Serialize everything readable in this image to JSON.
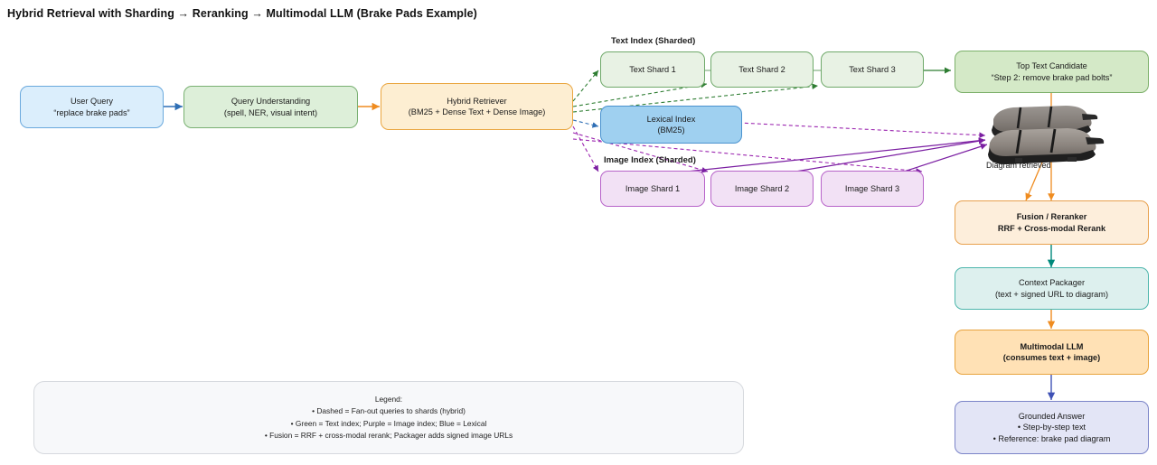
{
  "page": {
    "title": "Hybrid Retrieval with Sharding → Reranking → Multimodal LLM (Brake Pads Example)"
  },
  "colors": {
    "query_blue": "#dbeefc",
    "understanding_green": "#ddefd9",
    "retriever_orange": "#fdeed2",
    "text_shard_green": "#e8f2e4",
    "top_text_green": "#d4e9c7",
    "lexical_blue": "#9fd0f0",
    "image_shard_purple": "#f2e1f5",
    "fusion_cream": "#fdeedb",
    "packager_teal": "#ddf0ee",
    "llm_amber": "#ffe1b5",
    "answer_indigo": "#e3e5f6",
    "edge_green": "#2e7d32",
    "edge_purple": "#7b1fa2",
    "edge_blue": "#1565c0",
    "edge_orange": "#ef8c20",
    "edge_teal": "#00897b",
    "edge_indigo": "#3f51b5"
  },
  "group_labels": {
    "text_index": "Text Index (Sharded)",
    "image_index": "Image Index (Sharded)"
  },
  "nodes": {
    "user_query": {
      "line1": "User Query",
      "line2": "“replace brake pads”"
    },
    "query_understanding": {
      "line1": "Query Understanding",
      "line2": "(spell, NER, visual intent)"
    },
    "hybrid_retriever": {
      "line1": "Hybrid Retriever",
      "line2": "(BM25 + Dense Text + Dense Image)"
    },
    "text_shard_1": {
      "line1": "Text Shard 1"
    },
    "text_shard_2": {
      "line1": "Text Shard 2"
    },
    "text_shard_3": {
      "line1": "Text Shard 3"
    },
    "top_text_candidate": {
      "line1": "Top Text Candidate",
      "line2": "“Step 2: remove brake pad bolts”"
    },
    "lexical_index": {
      "line1": "Lexical Index",
      "line2": "(BM25)"
    },
    "image_shard_1": {
      "line1": "Image Shard 1"
    },
    "image_shard_2": {
      "line1": "Image Shard 2"
    },
    "image_shard_3": {
      "line1": "Image Shard 3"
    },
    "fusion_reranker": {
      "line1": "Fusion / Reranker",
      "line2": "RRF + Cross-modal Rerank"
    },
    "context_packager": {
      "line1": "Context Packager",
      "line2": "(text + signed URL to diagram)"
    },
    "multimodal_llm": {
      "line1": "Multimodal LLM",
      "line2": "(consumes text + image)"
    },
    "grounded_answer": {
      "line1": "Grounded Answer",
      "line2": "• Step-by-step text",
      "line3": "• Reference: brake pad diagram"
    }
  },
  "photo": {
    "caption": "Diagram retrieved",
    "alt": "brake-pads-photo"
  },
  "legend": {
    "heading": "Legend:",
    "items": [
      "• Dashed = Fan-out queries to shards (hybrid)",
      "• Green = Text index; Purple = Image index; Blue = Lexical",
      "• Fusion = RRF + cross-modal rerank; Packager adds signed image URLs"
    ]
  }
}
